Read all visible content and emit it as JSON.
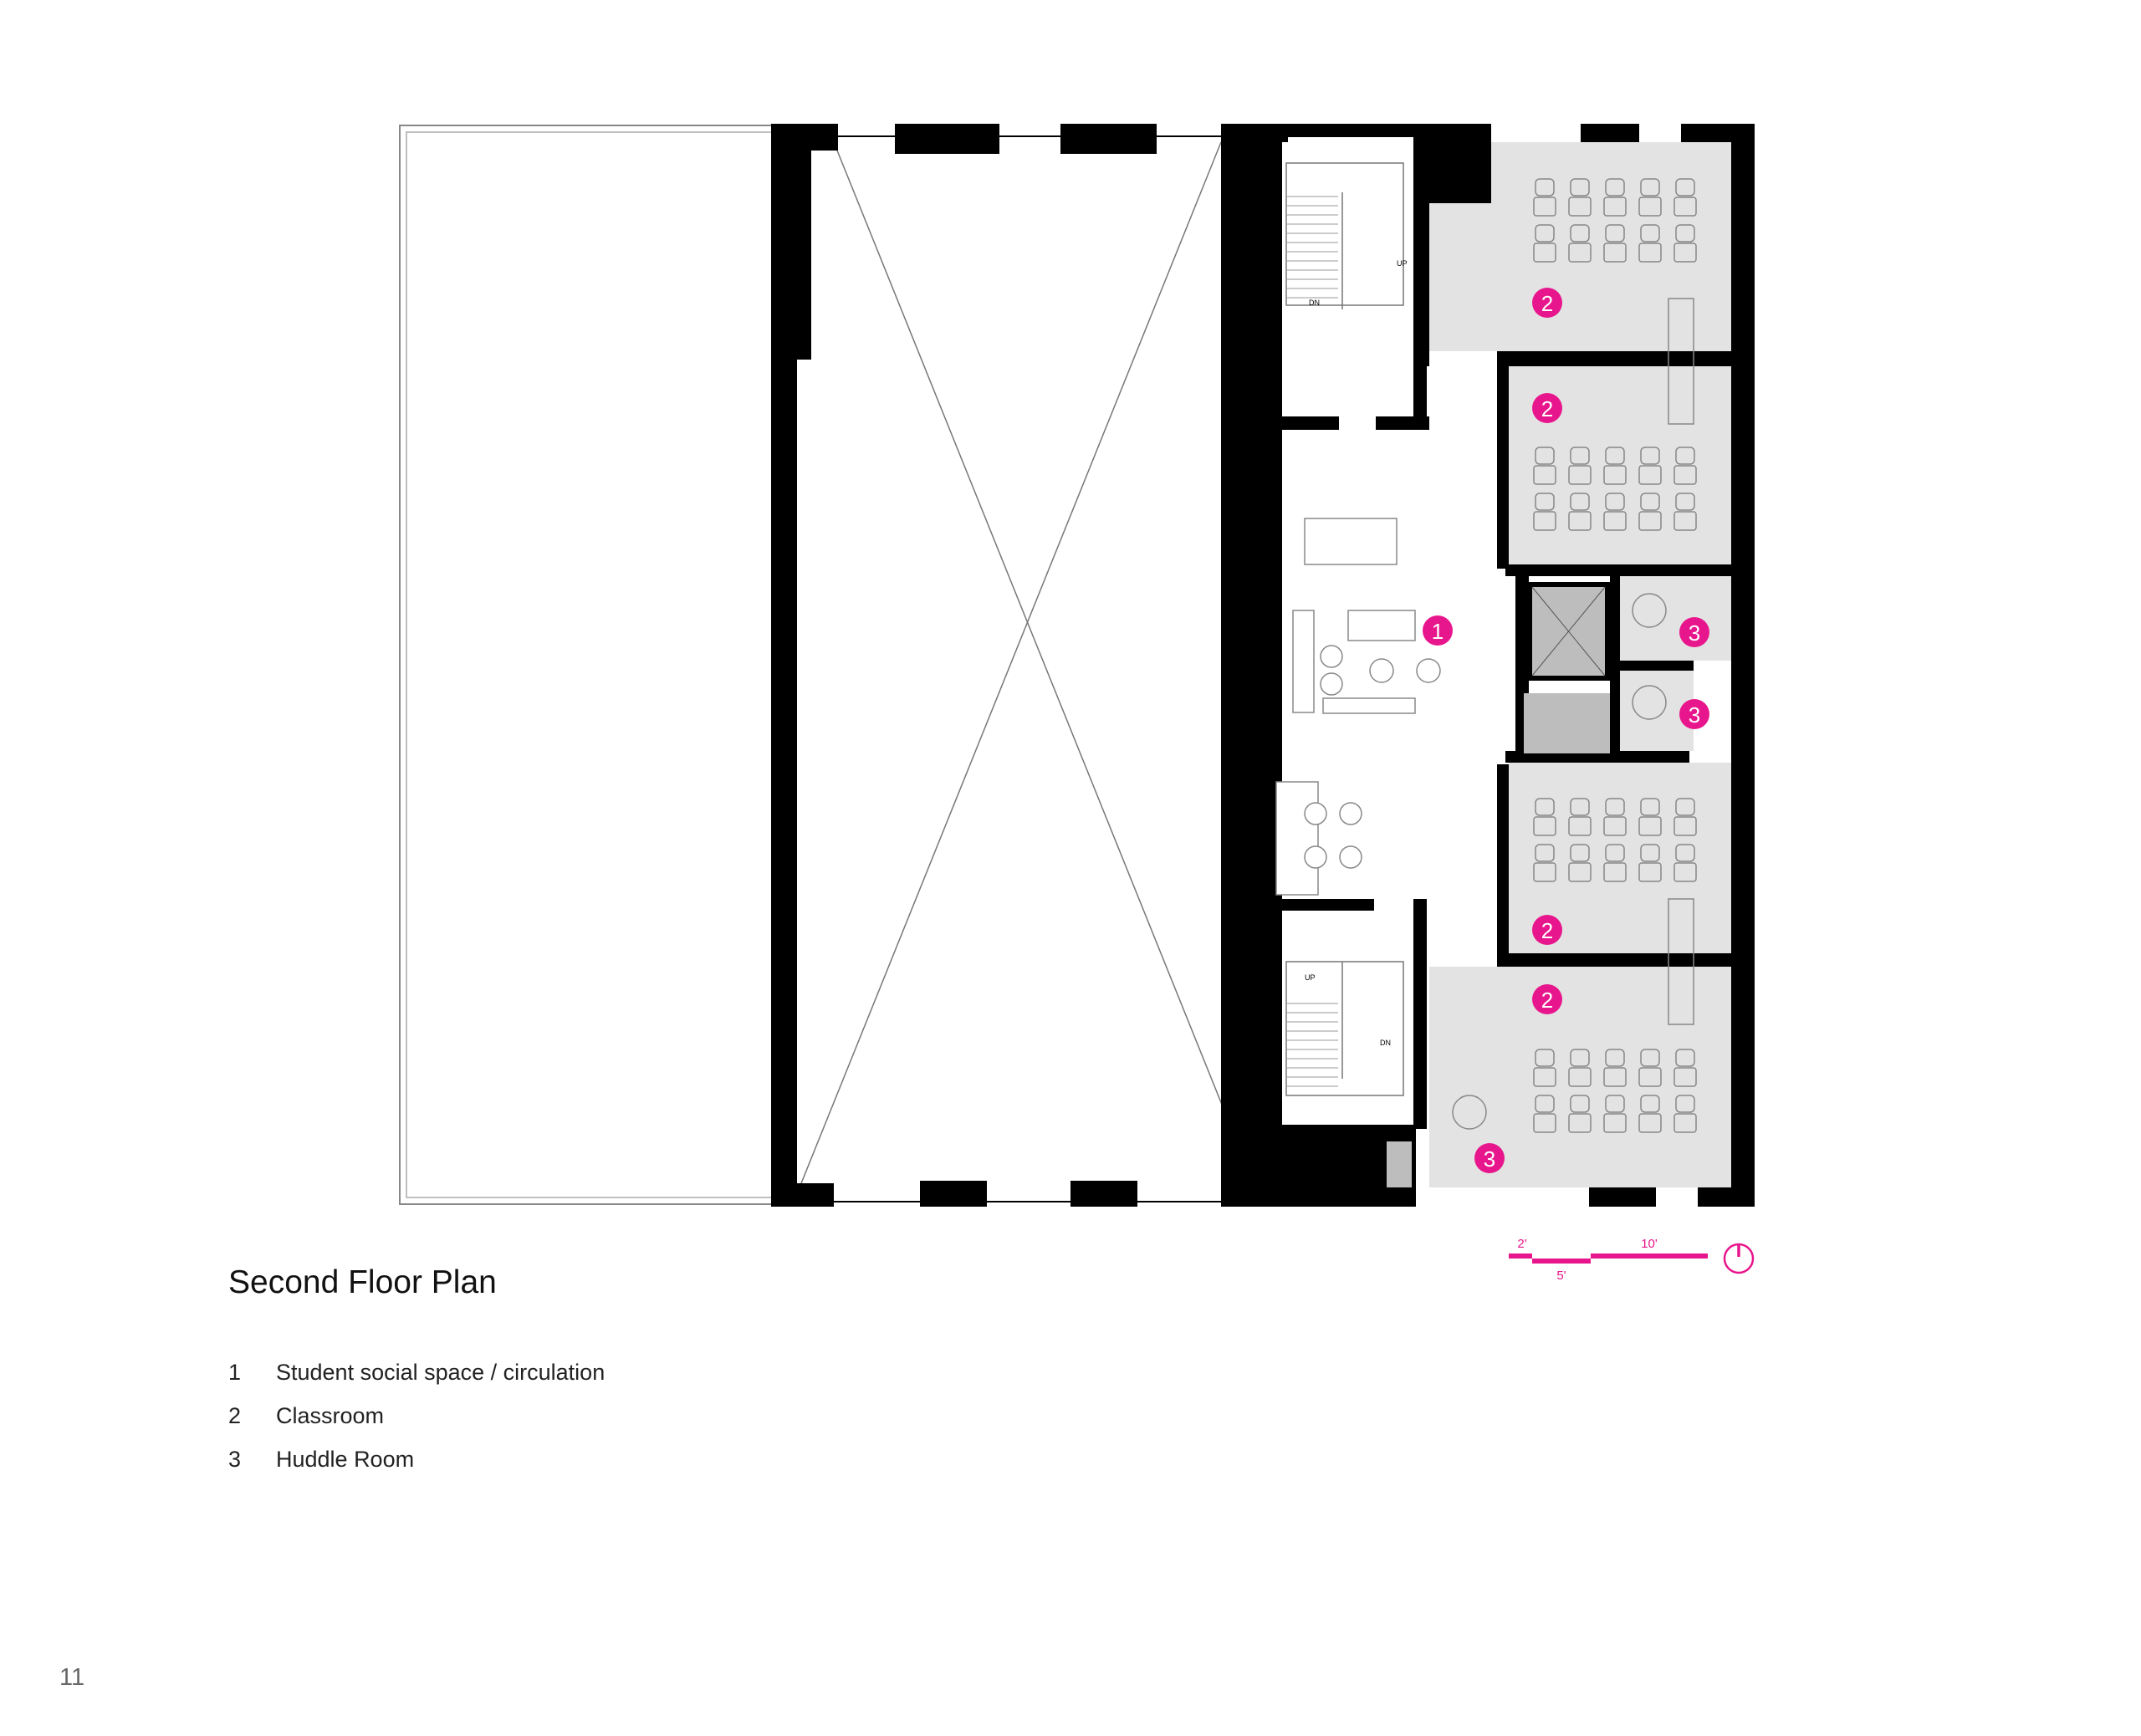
{
  "title": "Second Floor Plan",
  "legend": [
    {
      "num": "1",
      "label": "Student social space / circulation"
    },
    {
      "num": "2",
      "label": "Classroom"
    },
    {
      "num": "3",
      "label": "Huddle Room"
    }
  ],
  "page_number": "11",
  "plan": {
    "room_badges": [
      "1",
      "2",
      "2",
      "3",
      "3",
      "2",
      "2",
      "3"
    ],
    "stair_labels": {
      "up": "UP",
      "dn": "DN"
    },
    "scale_bar": {
      "a": "2'",
      "b": "5'",
      "c": "10'"
    }
  },
  "colors": {
    "accent": "#e8168c",
    "wall": "#000000",
    "room_fill": "#e3e3e3",
    "gray_block": "#bdbdbd"
  }
}
